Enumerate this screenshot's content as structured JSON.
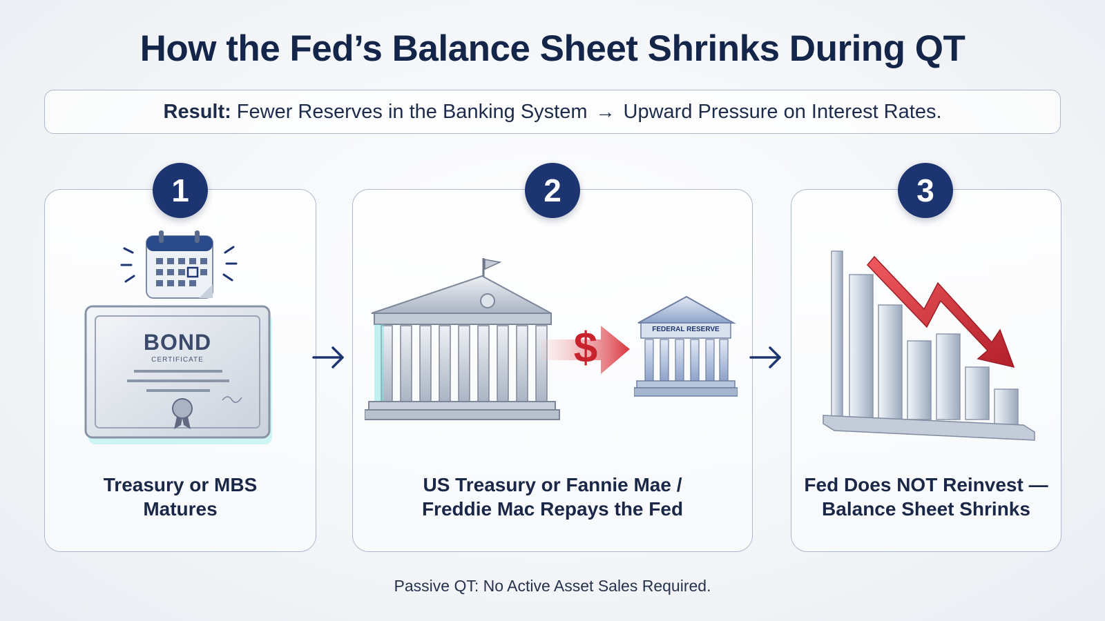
{
  "title": "How the Fed’s Balance Sheet Shrinks During QT",
  "result": {
    "label": "Result:",
    "part1": "Fewer Reserves in the Banking System",
    "part2": "Upward Pressure on Interest Rates."
  },
  "steps": [
    {
      "number": "1",
      "caption_line1": "Treasury or MBS",
      "caption_line2": "Matures",
      "bond_title": "BOND",
      "bond_subtitle": "CERTIFICATE"
    },
    {
      "number": "2",
      "caption_line1": "US Treasury or Fannie Mae /",
      "caption_line2": "Freddie Mac Repays the Fed",
      "fed_sign": "FEDERAL RESERVE",
      "dollar": "$"
    },
    {
      "number": "3",
      "caption_line1": "Fed Does NOT Reinvest —",
      "caption_line2": "Balance Sheet Shrinks"
    }
  ],
  "footer": "Passive QT: No Active Asset Sales Required.",
  "colors": {
    "navy": "#1c3470",
    "red_arrow": "#d9363e",
    "teal_glow": "#5fe0e0"
  },
  "icons": [
    "calendar-icon",
    "bond-certificate-icon",
    "treasury-building-icon",
    "dollar-arrow-icon",
    "federal-reserve-building-icon",
    "declining-bar-chart-icon",
    "down-trend-arrow-icon",
    "right-arrow-icon"
  ]
}
